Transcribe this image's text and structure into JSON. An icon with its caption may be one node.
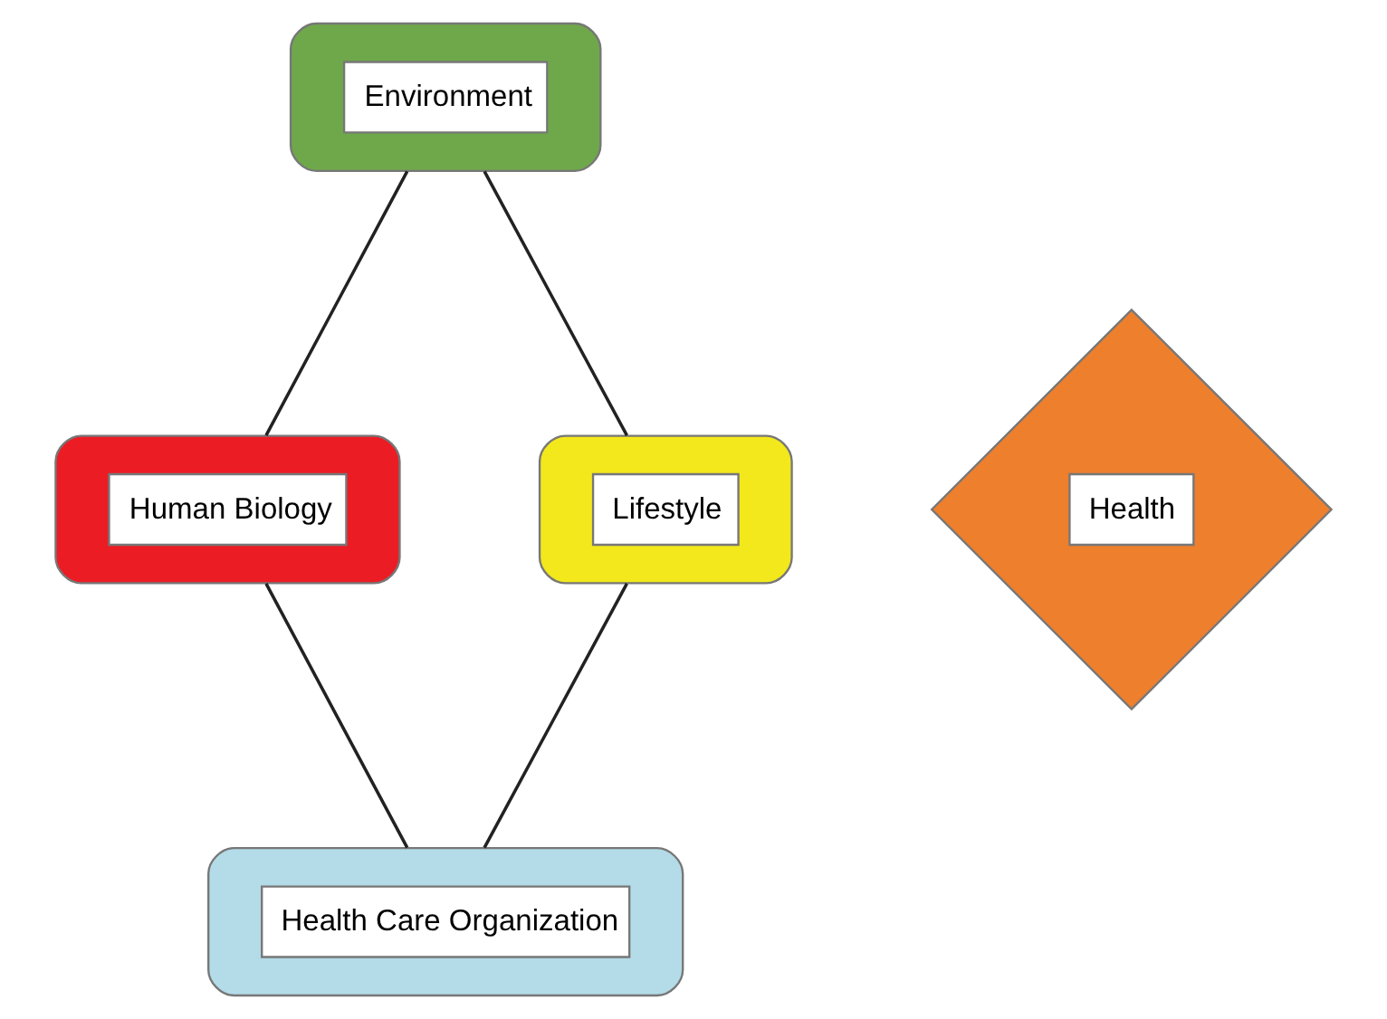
{
  "diagram": {
    "nodes": [
      {
        "text": [
          "Environment"
        ]
      },
      {
        "text": [
          "Human Biology"
        ]
      },
      {
        "text": [
          "Health"
        ]
      },
      {
        "text": [
          "Lifestyle"
        ]
      },
      {
        "text": [
          "Health Care Organization"
        ]
      }
    ],
    "edges": [
      {
        "from": 0,
        "to": 1,
        "arrow": "none"
      },
      {
        "from": 0,
        "to": 3,
        "arrow": "none"
      },
      {
        "from": 1,
        "to": 4,
        "arrow": "none"
      },
      {
        "from": 3,
        "to": 4,
        "arrow": "none"
      }
    ]
  }
}
